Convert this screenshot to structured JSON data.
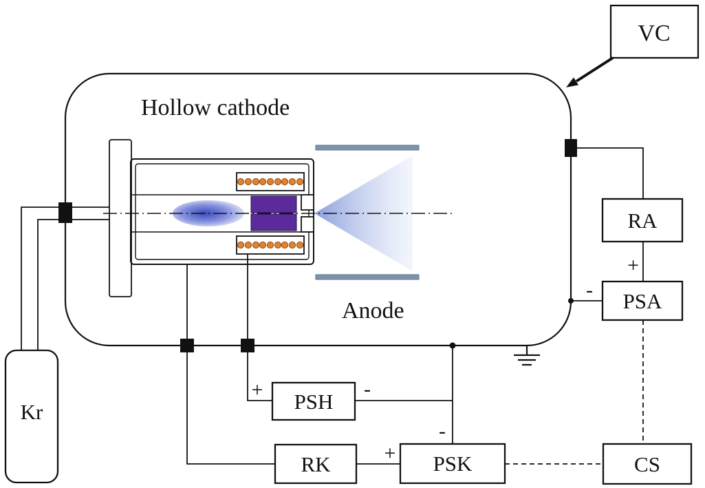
{
  "labels": {
    "hollow_cathode": "Hollow cathode",
    "anode": "Anode"
  },
  "boxes": {
    "vc": "VC",
    "kr": "Kr",
    "ra": "RA",
    "psa": "PSA",
    "psh": "PSH",
    "rk": "RK",
    "psk": "PSK",
    "cs": "CS"
  },
  "polarity": {
    "psa_plus": "+",
    "psa_minus": "-",
    "psh_plus": "+",
    "psh_minus": "-",
    "psk_plus": "+",
    "psk_minus": "-"
  },
  "colors": {
    "line": "#111111",
    "anode_plate": "#7d93aa",
    "insert": "#5b2b9b",
    "heater_coil": "#e2822e",
    "plasma_core": "#3a4ac0",
    "plume": "#7d94d8"
  }
}
